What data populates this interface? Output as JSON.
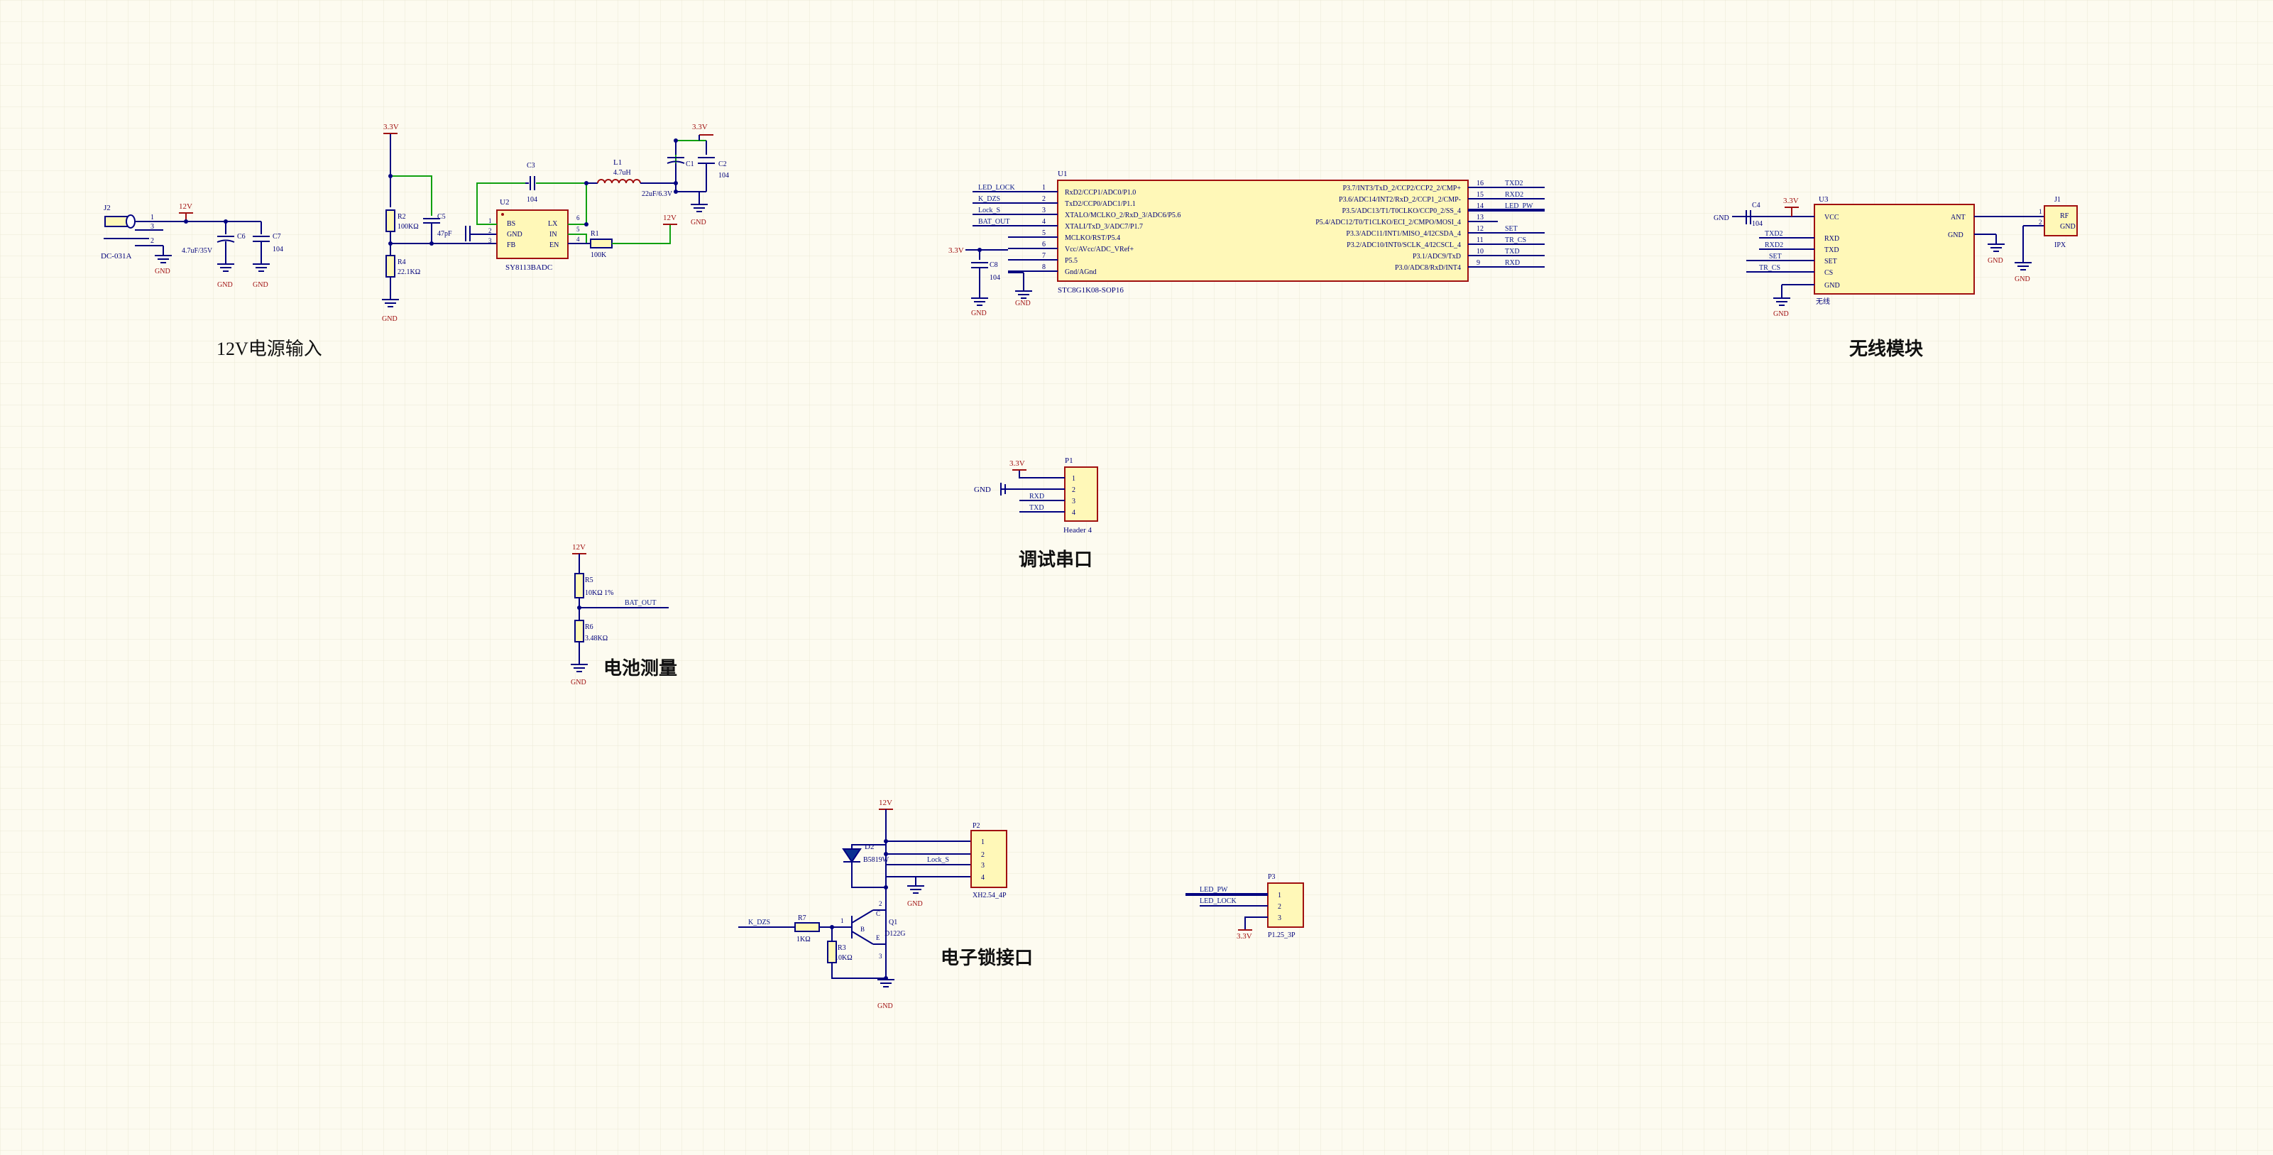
{
  "colors": {
    "background": "#fdfbf0",
    "grid": "#ebe8d6",
    "wire": "#000080",
    "net": "#0a1a8a",
    "power": "#a01010",
    "green_wire": "#10a010",
    "part_fill": "#fff8b8",
    "part_stroke": "#a01010",
    "text": "#00007a"
  },
  "sections": {
    "power_input": "12V电源输入",
    "wireless": "无线模块",
    "debug_uart": "调试串口",
    "battery": "电池测量",
    "lock": "电子锁接口"
  },
  "power_input": {
    "j2": {
      "ref": "J2",
      "part": "DC-031A",
      "pins": [
        "1",
        "3",
        "2"
      ]
    },
    "net_12v": "12V",
    "c_bulk": {
      "ref": "C6",
      "value": "4.7uF/35V"
    },
    "c_small": {
      "ref": "C7",
      "value": "104"
    },
    "gnd": "GND"
  },
  "buck": {
    "u2": {
      "ref": "U2",
      "part": "SY8113BADC",
      "pins_left": [
        "BS",
        "GND",
        "FB"
      ],
      "pins_right": [
        "LX",
        "IN",
        "EN"
      ],
      "pin_nums_left": [
        "1",
        "2",
        "3"
      ],
      "pin_nums_right": [
        "6",
        "5",
        "4"
      ]
    },
    "net_3v3": "3.3V",
    "r2": {
      "ref": "R2",
      "value": "100KΩ"
    },
    "r4": {
      "ref": "R4",
      "value": "22.1KΩ"
    },
    "c3": {
      "ref": "C3",
      "value": "104"
    },
    "l1": {
      "ref": "L1",
      "value": "4.7uH"
    },
    "c_ff": {
      "ref": "C5",
      "value": "47pF"
    },
    "c_out": {
      "ref": "C1",
      "value": "22uF/6.3V"
    },
    "c2": {
      "ref": "C2",
      "value": "104"
    },
    "r1": {
      "ref": "R1",
      "value": "100K"
    },
    "net_12v": "12V",
    "gnd": "GND"
  },
  "mcu": {
    "u1": {
      "ref": "U1",
      "part": "STC8G1K08-SOP16"
    },
    "left_pins": [
      {
        "num": "1",
        "net": "LED_LOCK",
        "func": "RxD2/CCP1/ADC0/P1.0"
      },
      {
        "num": "2",
        "net": "K_DZS",
        "func": "TxD2/CCP0/ADC1/P1.1"
      },
      {
        "num": "3",
        "net": "Lock_S",
        "func": "XTALO/MCLKO_2/RxD_3/ADC6/P5.6"
      },
      {
        "num": "4",
        "net": "BAT_OUT",
        "func": "XTALI/TxD_3/ADC7/P1.7"
      },
      {
        "num": "5",
        "net": "",
        "func": "MCLKO/RST/P5.4"
      },
      {
        "num": "6",
        "net": "",
        "func": "Vcc/AVcc/ADC_VRef+"
      },
      {
        "num": "7",
        "net": "",
        "func": "P5.5"
      },
      {
        "num": "8",
        "net": "",
        "func": "Gnd/AGnd"
      }
    ],
    "right_pins": [
      {
        "num": "16",
        "net": "TXD2",
        "func": "P3.7/INT3/TxD_2/CCP2/CCP2_2/CMP+"
      },
      {
        "num": "15",
        "net": "RXD2",
        "func": "P3.6/ADC14/INT2/RxD_2/CCP1_2/CMP-"
      },
      {
        "num": "14",
        "net": "LED_PW",
        "func": "P3.5/ADC13/T1/T0CLKO/CCP0_2/SS_4"
      },
      {
        "num": "13",
        "net": "",
        "func": "P5.4/ADC12/T0/T1CLKO/ECI_2/CMPO/MOSI_4"
      },
      {
        "num": "12",
        "net": "SET",
        "func": "P3.3/ADC11/INT1/MISO_4/I2CSDA_4"
      },
      {
        "num": "11",
        "net": "TR_CS",
        "func": "P3.2/ADC10/INT0/SCLK_4/I2CSCL_4"
      },
      {
        "num": "10",
        "net": "TXD",
        "func": "P3.1/ADC9/TxD"
      },
      {
        "num": "9",
        "net": "RXD",
        "func": "P3.0/ADC8/RxD/INT4"
      }
    ],
    "net_3v3": "3.3V",
    "c8": {
      "ref": "C8",
      "value": "104"
    },
    "gnd": "GND"
  },
  "wireless": {
    "u3": {
      "ref": "U3",
      "part": "无线",
      "pins_left": [
        "VCC",
        "RXD",
        "TXD",
        "SET",
        "CS",
        "GND"
      ],
      "pins_right": [
        "ANT",
        "GND"
      ]
    },
    "left_nets": [
      "TXD2",
      "RXD2",
      "SET",
      "TR_CS"
    ],
    "c4": {
      "ref": "C4",
      "value": "104"
    },
    "net_3v3": "3.3V",
    "j1": {
      "ref": "J1",
      "part": "IPX",
      "pins": [
        "1",
        "2"
      ],
      "labels": [
        "RF",
        "GND"
      ]
    },
    "gnd": "GND"
  },
  "debug": {
    "p1": {
      "ref": "P1",
      "part": "Header 4",
      "pins": [
        "1",
        "2",
        "3",
        "4"
      ]
    },
    "nets": [
      "3.3V",
      "GND",
      "RXD",
      "TXD"
    ]
  },
  "battery": {
    "net_12v": "12V",
    "r5": {
      "ref": "R5",
      "value": "10KΩ 1%"
    },
    "r6": {
      "ref": "R6",
      "value": "3.48KΩ"
    },
    "net_out": "BAT_OUT",
    "gnd": "GND"
  },
  "lock": {
    "net_12v": "12V",
    "d2": {
      "ref": "D2",
      "part": "B5819W"
    },
    "p2": {
      "ref": "P2",
      "part": "XH2.54_4P",
      "pins": [
        "1",
        "2",
        "3",
        "4"
      ]
    },
    "net_lock_s": "Lock_S",
    "net_kdzs": "K_DZS",
    "r7": {
      "ref": "R7",
      "value": "1KΩ"
    },
    "r3": {
      "ref": "R3",
      "value": "10KΩ"
    },
    "q1": {
      "ref": "Q1",
      "part": "D122G",
      "pins": [
        "1",
        "2",
        "3"
      ],
      "labels": [
        "B",
        "C",
        "E"
      ]
    },
    "gnd": "GND"
  },
  "led": {
    "p3": {
      "ref": "P3",
      "part": "P1.25_3P",
      "pins": [
        "1",
        "2",
        "3"
      ]
    },
    "nets": [
      "LED_PW",
      "LED_LOCK",
      "3.3V"
    ]
  }
}
